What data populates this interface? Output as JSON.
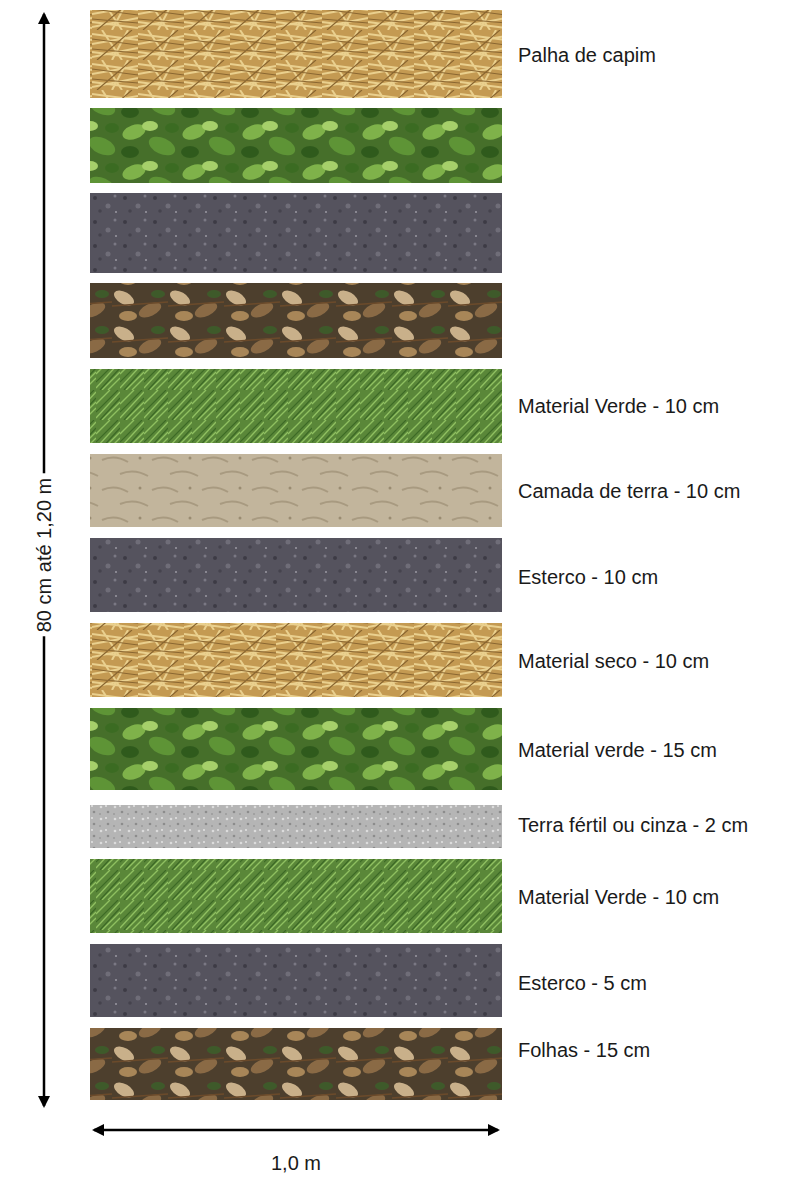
{
  "diagram": {
    "labels": [
      "Palha de capim",
      "Material Verde - 10 cm",
      "Camada de terra - 10 cm",
      "Esterco - 10 cm",
      "Material seco - 10 cm",
      "Material verde - 15 cm",
      "Terra fértil ou cinza - 2 cm",
      "Material Verde - 10 cm",
      "Esterco - 5 cm",
      "Folhas - 15 cm",
      "80 cm até 1,20 m",
      "1,0 m"
    ]
  }
}
